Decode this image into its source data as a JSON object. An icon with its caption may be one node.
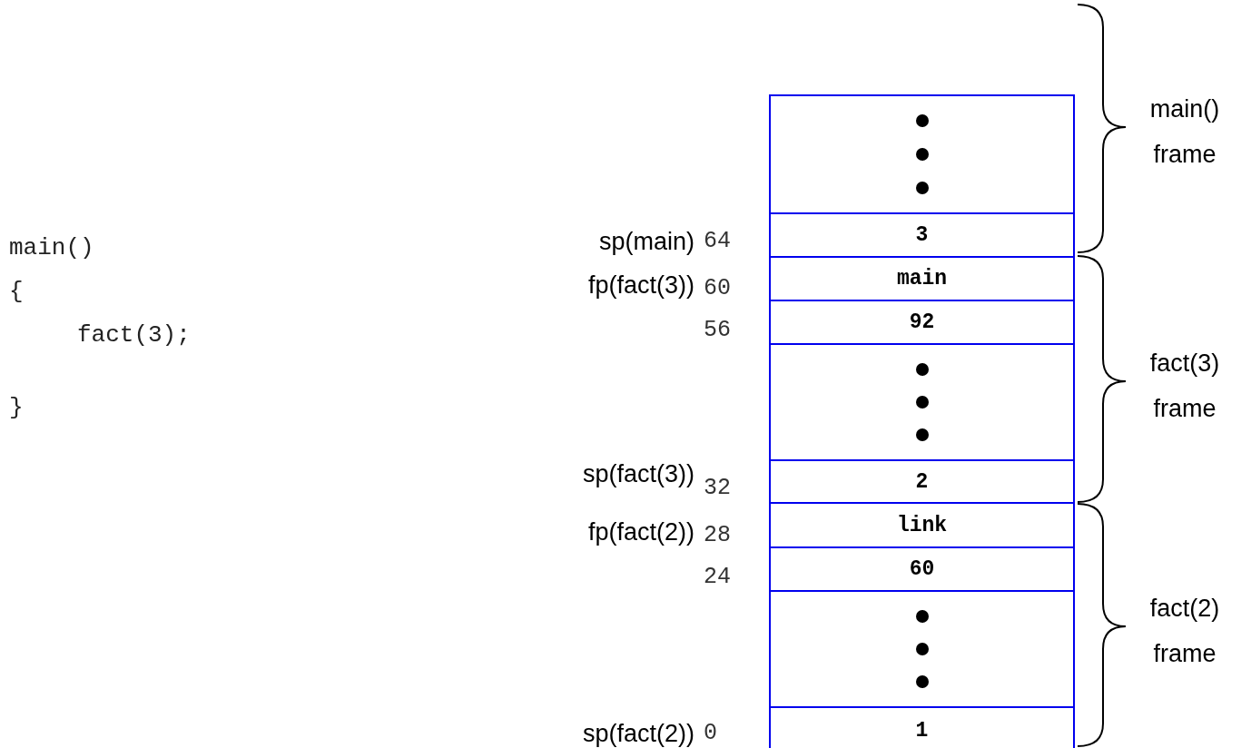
{
  "diagram": {
    "nodes": [
      {
        "text": [],
        "shape": "box"
      },
      {
        "text": [
          "3"
        ]
      },
      {
        "text": [
          "main"
        ]
      },
      {
        "text": [
          "92"
        ]
      },
      {
        "text": [],
        "shape": "box"
      },
      {
        "text": [
          "2"
        ]
      },
      {
        "text": [
          "link"
        ]
      },
      {
        "text": [
          "60"
        ]
      },
      {
        "text": [],
        "shape": "box"
      },
      {
        "text": [
          "1"
        ]
      }
    ],
    "labels": [
      "main()",
      "{",
      "fact(3);",
      "}",
      "main() frame",
      "sp(main)",
      "64",
      "fp(fact(3))",
      "60",
      "56",
      "fact(3) frame",
      "sp(fact(3))",
      "32",
      "fp(fact(2))",
      "28",
      "24",
      "fact(2) frame",
      "sp(fact(2))",
      "0"
    ]
  }
}
